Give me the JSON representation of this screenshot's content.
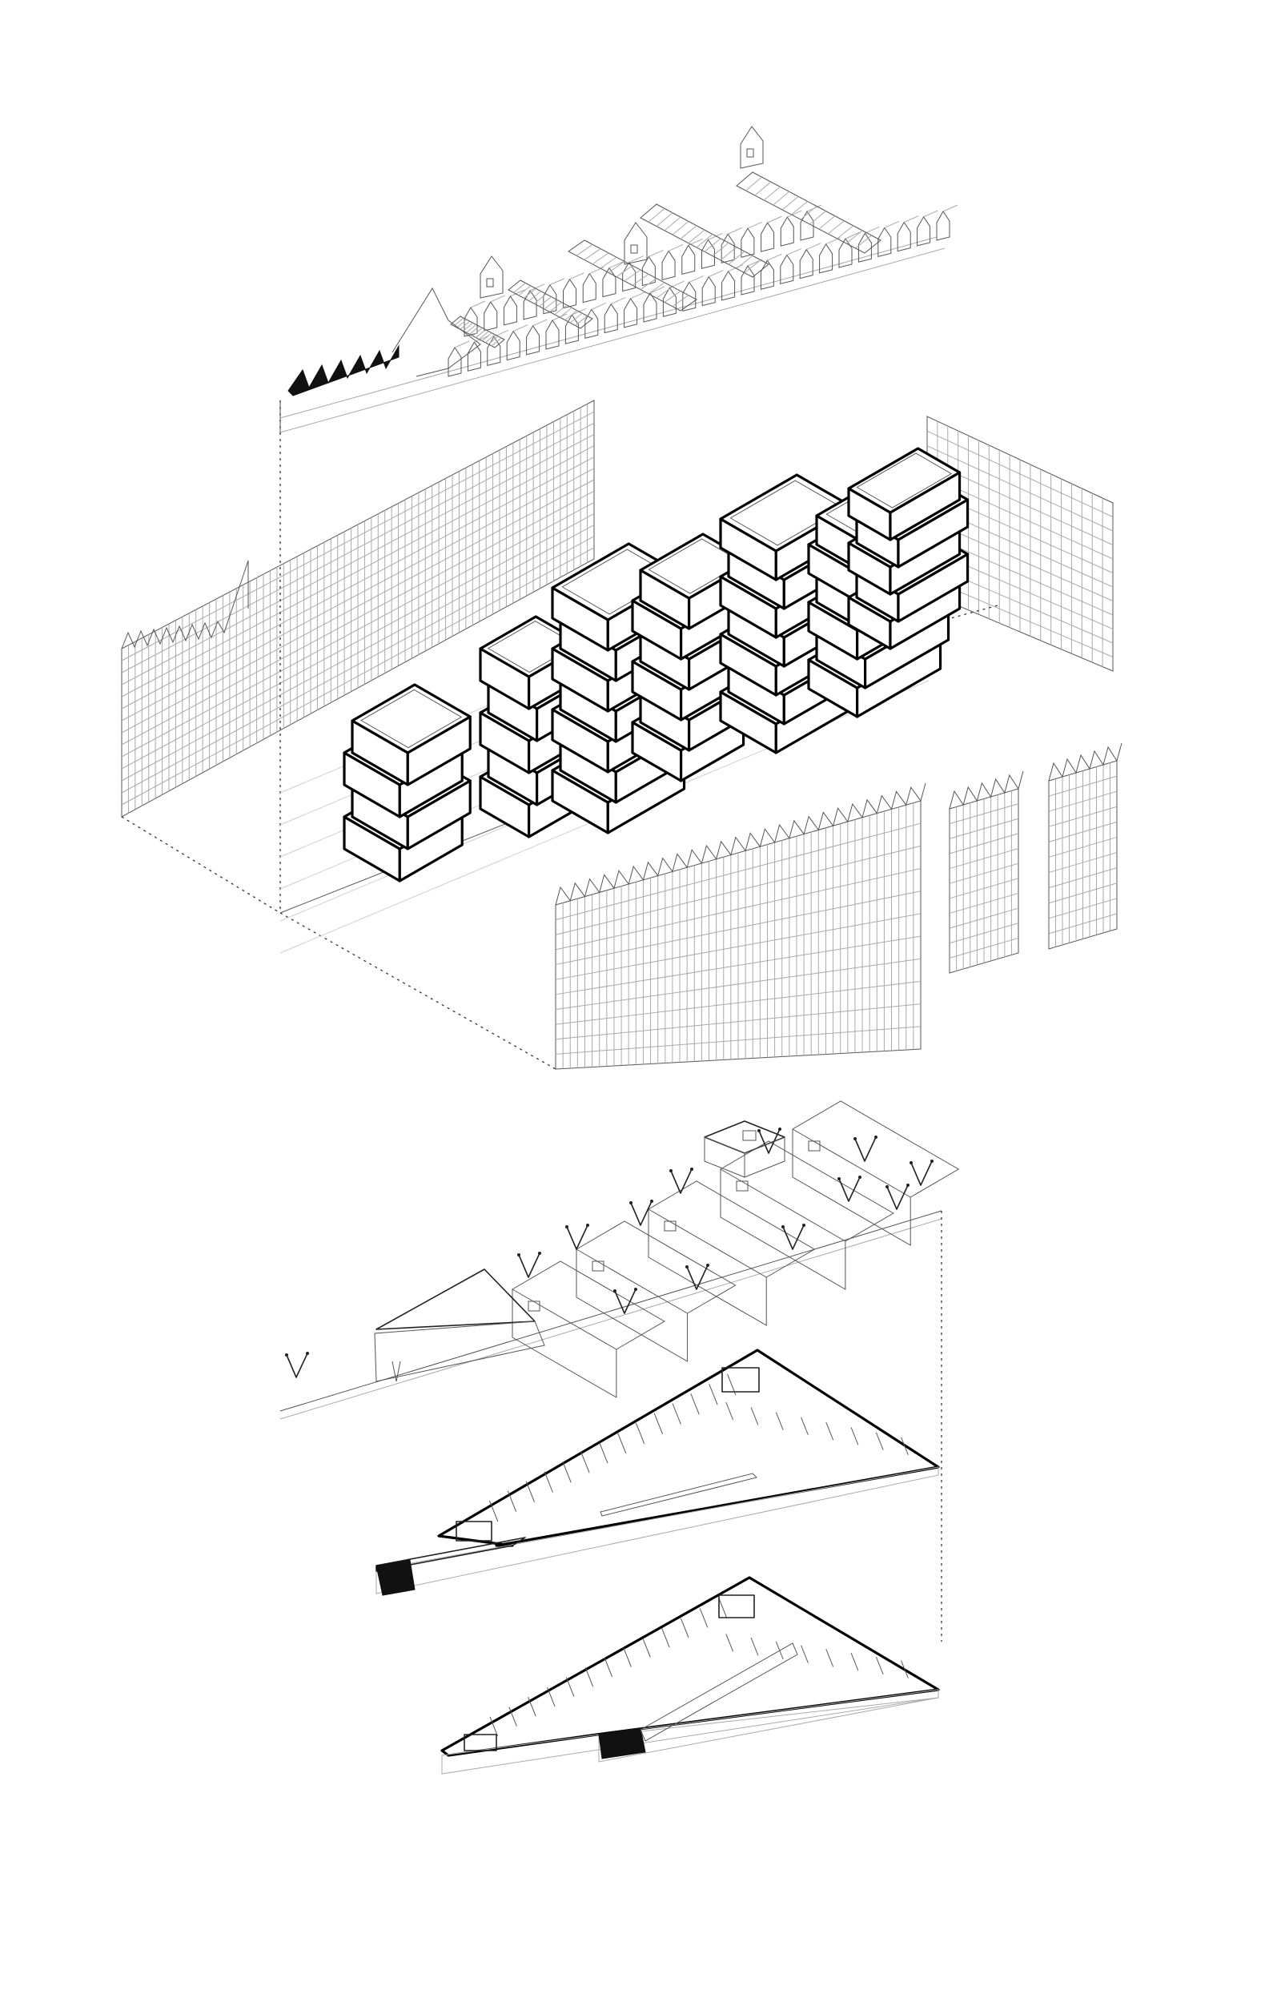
{
  "diagram": {
    "kind": "exploded-axonometric",
    "background": "#ffffff",
    "line_color": "#111111",
    "secondary_line_color": "#a8a8a8",
    "layers": [
      "roofscape",
      "north-facade-screen",
      "east-facade-screen",
      "housing-blocks",
      "south-facade-screen",
      "ground-floor",
      "parking-level-1",
      "parking-level-2"
    ]
  }
}
